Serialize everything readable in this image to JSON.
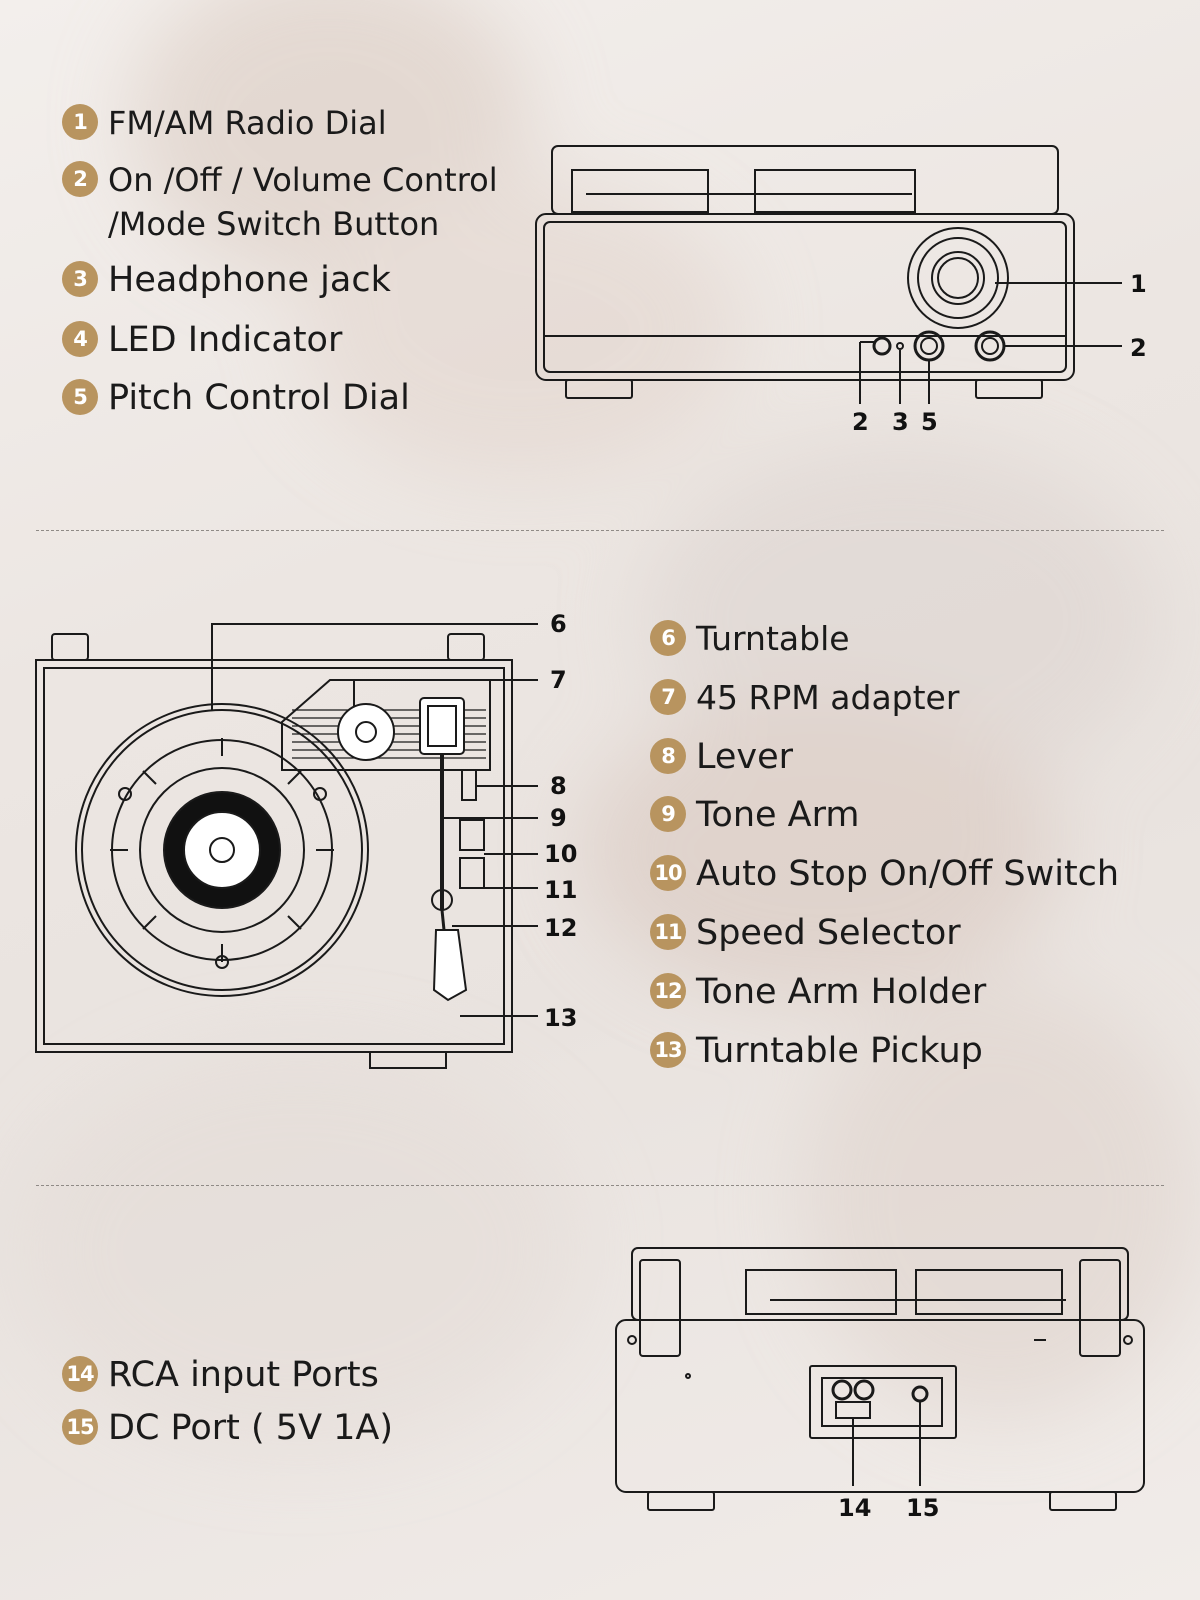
{
  "colors": {
    "badge": "#b8945f",
    "line": "#1a1a1a",
    "divider": "#8f8a86"
  },
  "section_front": {
    "items": [
      {
        "num": "1",
        "label": "FM/AM Radio Dial"
      },
      {
        "num": "2",
        "label": "On /Off / Volume Control\n/Mode Switch Button"
      },
      {
        "num": "3",
        "label": "Headphone jack"
      },
      {
        "num": "4",
        "label": "LED Indicator"
      },
      {
        "num": "5",
        "label": "Pitch Control Dial"
      }
    ],
    "callouts": [
      "1",
      "2",
      "2",
      "3",
      "5"
    ]
  },
  "section_top": {
    "items": [
      {
        "num": "6",
        "label": "Turntable"
      },
      {
        "num": "7",
        "label": "45 RPM adapter"
      },
      {
        "num": "8",
        "label": "Lever"
      },
      {
        "num": "9",
        "label": "Tone Arm"
      },
      {
        "num": "10",
        "label": "Auto Stop On/Off Switch"
      },
      {
        "num": "11",
        "label": "Speed Selector"
      },
      {
        "num": "12",
        "label": "Tone Arm Holder"
      },
      {
        "num": "13",
        "label": "Turntable Pickup"
      }
    ],
    "callouts": [
      "6",
      "7",
      "8",
      "9",
      "10",
      "11",
      "12",
      "13"
    ]
  },
  "section_back": {
    "items": [
      {
        "num": "14",
        "label": "RCA input Ports"
      },
      {
        "num": "15",
        "label": "DC Port ( 5V 1A)"
      }
    ],
    "callouts": [
      "14",
      "15"
    ]
  }
}
